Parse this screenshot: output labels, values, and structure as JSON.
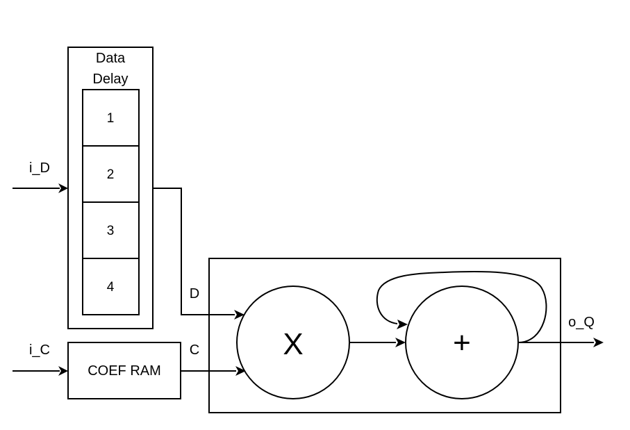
{
  "diagram": {
    "delay_block": {
      "title_line1": "Data",
      "title_line2": "Delay",
      "taps": [
        "1",
        "2",
        "3",
        "4"
      ]
    },
    "coef_ram": {
      "label": "COEF RAM"
    },
    "multiplier": {
      "symbol": "X"
    },
    "adder": {
      "symbol": "+"
    },
    "signals": {
      "data_in": "i_D",
      "coef_in": "i_C",
      "data_tap": "D",
      "coef_out": "C",
      "output": "o_Q"
    }
  }
}
